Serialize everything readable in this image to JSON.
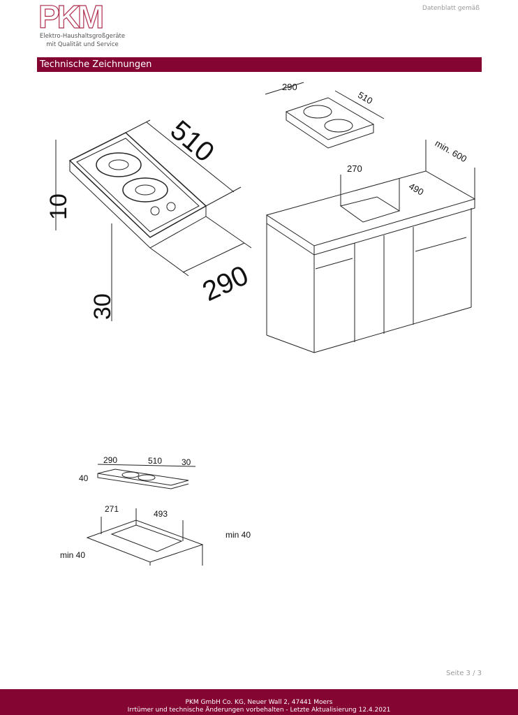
{
  "header": {
    "logo_text": "PKM",
    "logo_tagline_1": "Elektro-Haushaltsgroßgeräte",
    "logo_tagline_2": "mit Qualität und Service",
    "doc_type": "Datenblatt gemäß"
  },
  "section": {
    "title": "Technische Zeichnungen"
  },
  "drawing_main": {
    "width": "510",
    "depth": "290",
    "height_top": "10",
    "height_bottom": "30"
  },
  "drawing_install": {
    "hob_width": "290",
    "hob_depth": "510",
    "cutout_width": "270",
    "cutout_depth": "490",
    "wall_min": "min. 600"
  },
  "drawing_small": {
    "w": "290",
    "d": "510",
    "t": "30",
    "h": "40",
    "cut_w": "271",
    "cut_d": "493",
    "min_right": "min 40",
    "min_left": "min 40"
  },
  "footer": {
    "page": "Seite 3 / 3",
    "line1": "PKM GmbH Co. KG, Neuer Wall 2, 47441 Moers",
    "line2": "Irrtümer und technische Änderungen vorbehalten - Letzte Aktualisierung 12.4.2021"
  },
  "colors": {
    "brand": "#850532"
  }
}
